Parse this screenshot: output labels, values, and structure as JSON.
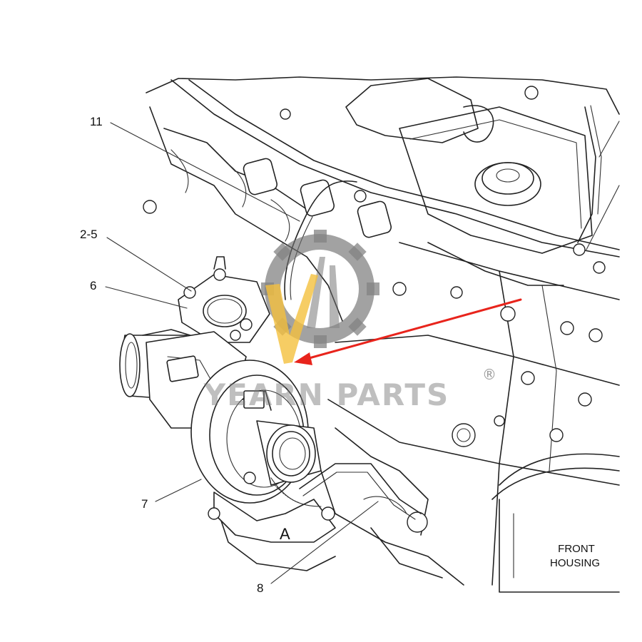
{
  "callouts": {
    "label_11": "11",
    "label_2_5": "2-5",
    "label_6": "6",
    "label_7": "7",
    "label_8": "8",
    "view_a": "A"
  },
  "housing": {
    "line1": "FRONT",
    "line2": "HOUSING"
  },
  "watermark": {
    "brand": "YEARN PARTS",
    "registered": "®"
  },
  "colors": {
    "arrow": "#e8241c",
    "logo_gear": "#6e6e6e",
    "logo_accent": "#f2b51c",
    "line_art": "#222222"
  }
}
